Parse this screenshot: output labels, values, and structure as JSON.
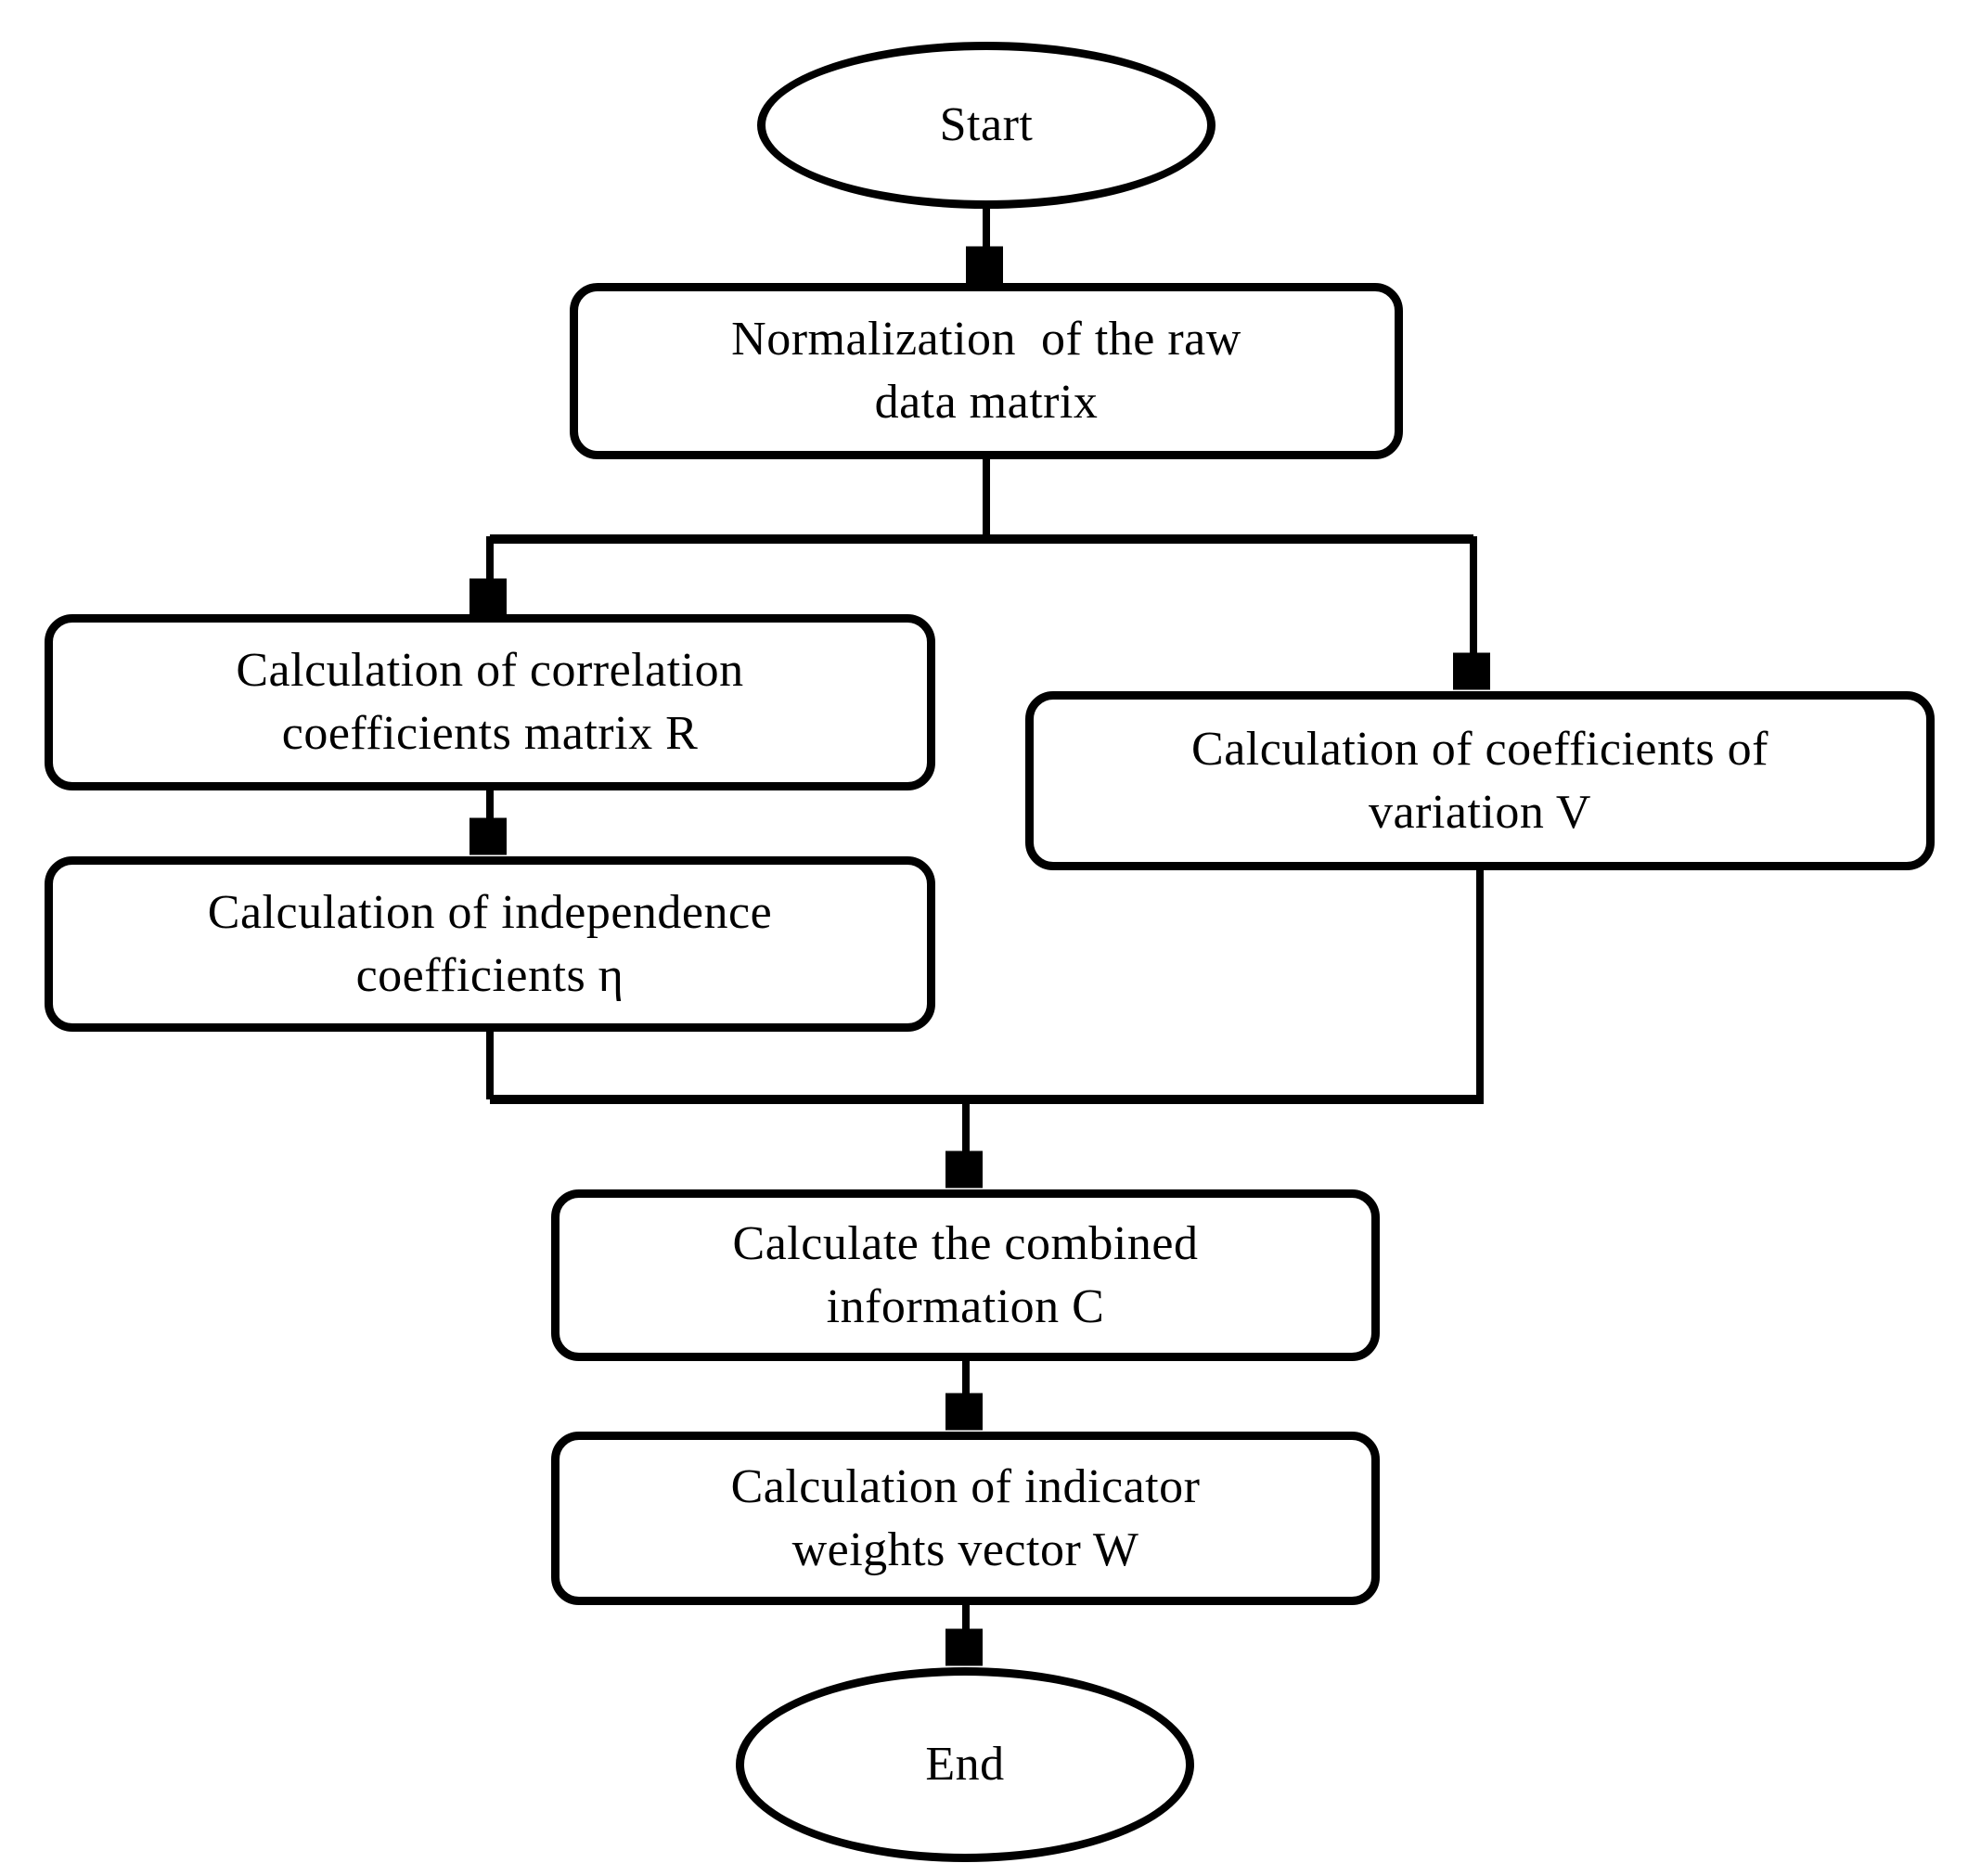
{
  "figure": {
    "type": "flowchart",
    "background_color": "#ffffff",
    "line_color": "#000000",
    "text_color": "#000000"
  },
  "nodes": {
    "start": {
      "shape": "ellipse",
      "label": "Start",
      "lines": [
        "Start"
      ]
    },
    "normalization": {
      "shape": "process",
      "label": "Normalization of the raw data matrix",
      "lines": [
        "Normalization  of the raw",
        "data matrix"
      ]
    },
    "correlation": {
      "shape": "process",
      "label": "Calculation of correlation coefficients matrix R",
      "lines": [
        "Calculation of correlation",
        "coefficients matrix R"
      ]
    },
    "variation": {
      "shape": "process",
      "label": "Calculation of coefficients of variation V",
      "lines": [
        "Calculation of coefficients of",
        "variation V"
      ]
    },
    "independence": {
      "shape": "process",
      "label": "Calculation of independence coefficients η",
      "lines": [
        "Calculation of independence",
        "coefficients η"
      ]
    },
    "combined": {
      "shape": "process",
      "label": "Calculate the combined information C",
      "lines": [
        "Calculate the combined",
        "information C"
      ]
    },
    "weights": {
      "shape": "process",
      "label": "Calculation of indicator weights vector W",
      "lines": [
        "Calculation of indicator",
        "weights vector W"
      ]
    },
    "end": {
      "shape": "ellipse",
      "label": "End",
      "lines": [
        "End"
      ]
    }
  },
  "edges": [
    {
      "from": "start",
      "to": "normalization"
    },
    {
      "from": "normalization",
      "to": "correlation"
    },
    {
      "from": "normalization",
      "to": "variation"
    },
    {
      "from": "correlation",
      "to": "independence"
    },
    {
      "from": "independence",
      "to": "combined"
    },
    {
      "from": "variation",
      "to": "combined"
    },
    {
      "from": "combined",
      "to": "weights"
    },
    {
      "from": "weights",
      "to": "end"
    }
  ]
}
